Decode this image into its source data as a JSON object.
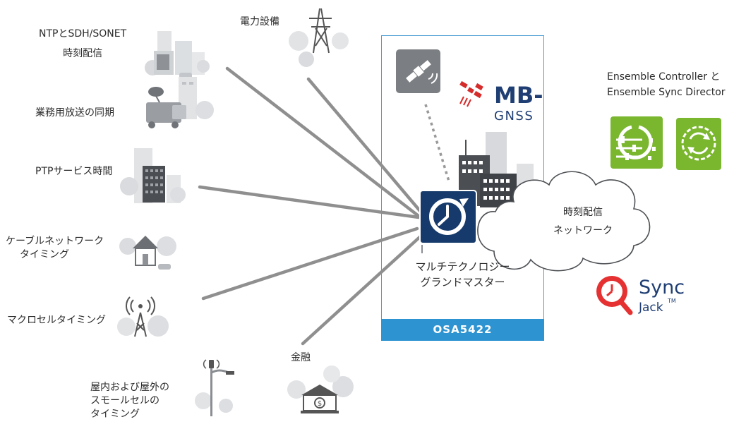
{
  "nodes": {
    "ntp": [
      "NTPとSDH/SONET",
      "時刻配信"
    ],
    "power": "電力設備",
    "broadcast": "業務用放送の同期",
    "ptp": "PTPサービス時間",
    "cable": [
      "ケーブルネットワーク",
      "タイミング"
    ],
    "macro": "マクロセルタイミング",
    "small": [
      "屋内および屋外の",
      "スモールセルの",
      "タイミング"
    ],
    "finance": "金融"
  },
  "grandmaster": {
    "label": [
      "マルチテクノロジー",
      "グランドマスター"
    ],
    "product": "OSA5422"
  },
  "gnss": {
    "line1": "MB-",
    "line2": "GNSS"
  },
  "cloud": [
    "時刻配信",
    "ネットワーク"
  ],
  "ensemble": [
    "Ensemble Controller と",
    "Ensemble Sync Director"
  ],
  "syncjack": {
    "line1": "Sync",
    "line2": "Jack",
    "tm": "TM"
  },
  "colors": {
    "accent_blue": "#2e93d1",
    "line_gray": "#8f8f8f",
    "ensemble_green": "#7ab62e",
    "syncjack_red": "#e53131",
    "gm_navy": "#163a6b"
  }
}
